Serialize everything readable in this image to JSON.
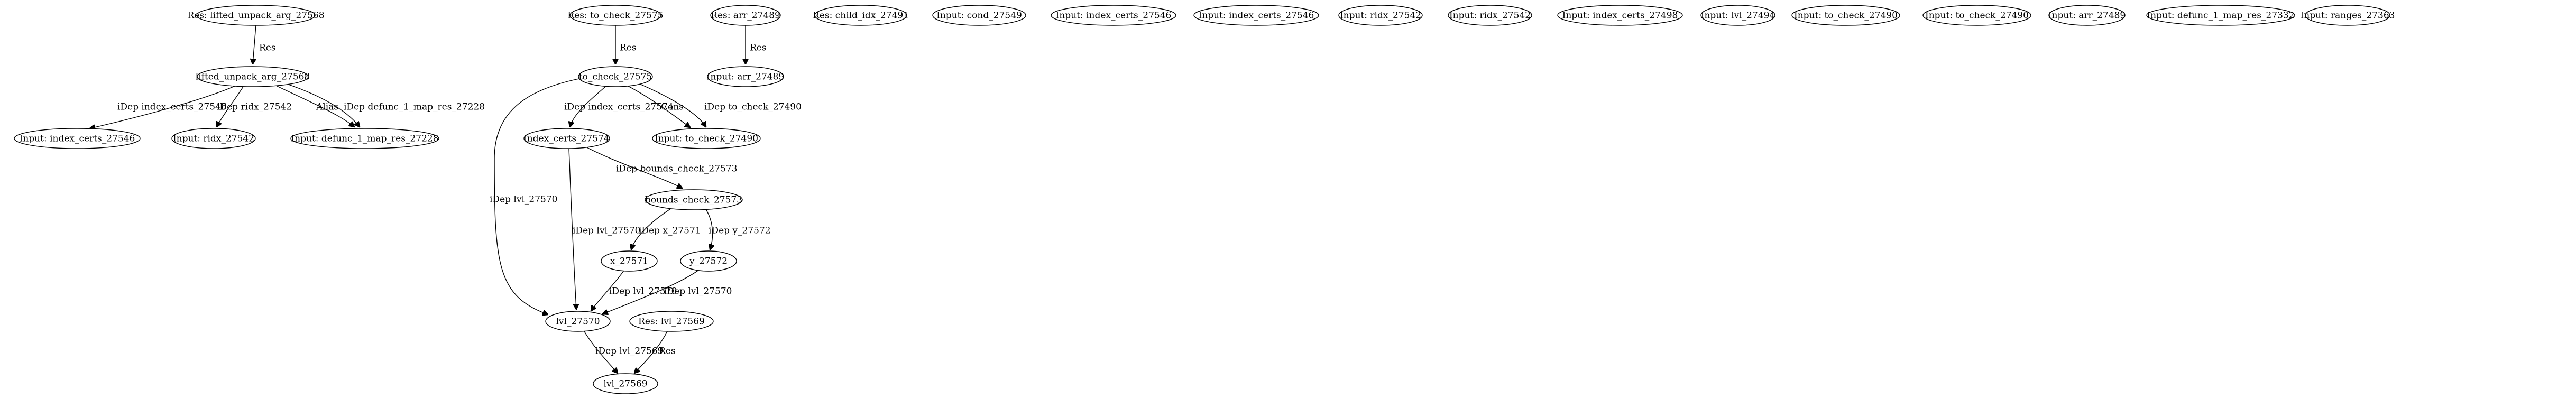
{
  "graph": {
    "nodes": [
      {
        "id": "res_lifted",
        "label": "Res: lifted_unpack_arg_27568"
      },
      {
        "id": "lifted",
        "label": "lifted_unpack_arg_27568"
      },
      {
        "id": "in_idx_1",
        "label": "Input: index_certs_27546"
      },
      {
        "id": "in_ridx_1",
        "label": "Input: ridx_27542"
      },
      {
        "id": "in_defunc_1",
        "label": "Input: defunc_1_map_res_27228"
      },
      {
        "id": "res_tocheck",
        "label": "Res: to_check_27575"
      },
      {
        "id": "tocheck",
        "label": "to_check_27575"
      },
      {
        "id": "res_arr",
        "label": "Res: arr_27489"
      },
      {
        "id": "in_arr_1",
        "label": "Input: arr_27489"
      },
      {
        "id": "idxcerts",
        "label": "index_certs_27574"
      },
      {
        "id": "in_tocheck_1",
        "label": "Input: to_check_27490"
      },
      {
        "id": "bounds",
        "label": "bounds_check_27573"
      },
      {
        "id": "x",
        "label": "x_27571"
      },
      {
        "id": "y",
        "label": "y_27572"
      },
      {
        "id": "lvl70",
        "label": "lvl_27570"
      },
      {
        "id": "res_lvl69",
        "label": "Res: lvl_27569"
      },
      {
        "id": "lvl69",
        "label": "lvl_27569"
      },
      {
        "id": "res_child",
        "label": "Res: child_idx_27491"
      },
      {
        "id": "in_cond",
        "label": "Input: cond_27549"
      },
      {
        "id": "in_idx_2",
        "label": "Input: index_certs_27546"
      },
      {
        "id": "in_idx_3",
        "label": "Input: index_certs_27546"
      },
      {
        "id": "in_ridx_2",
        "label": "Input: ridx_27542"
      },
      {
        "id": "in_ridx_3",
        "label": "Input: ridx_27542"
      },
      {
        "id": "in_idx_4",
        "label": "Input: index_certs_27498"
      },
      {
        "id": "in_lvl",
        "label": "Input: lvl_27494"
      },
      {
        "id": "in_tocheck_2",
        "label": "Input: to_check_27490"
      },
      {
        "id": "in_tocheck_3",
        "label": "Input: to_check_27490"
      },
      {
        "id": "in_arr_2",
        "label": "Input: arr_27489"
      },
      {
        "id": "in_defunc_2",
        "label": "Input: defunc_1_map_res_27332"
      },
      {
        "id": "in_ranges",
        "label": "Input: ranges_27363"
      }
    ],
    "edges": [
      {
        "from": "res_lifted",
        "to": "lifted",
        "label": "Res"
      },
      {
        "from": "lifted",
        "to": "in_idx_1",
        "label": "iDep index_certs_27546"
      },
      {
        "from": "lifted",
        "to": "in_ridx_1",
        "label": "iDep ridx_27542"
      },
      {
        "from": "lifted",
        "to": "in_defunc_1",
        "label": "Alias"
      },
      {
        "from": "lifted",
        "to": "in_defunc_1",
        "label": "iDep defunc_1_map_res_27228"
      },
      {
        "from": "res_tocheck",
        "to": "tocheck",
        "label": "Res"
      },
      {
        "from": "res_arr",
        "to": "in_arr_1",
        "label": "Res"
      },
      {
        "from": "tocheck",
        "to": "idxcerts",
        "label": "iDep index_certs_27574"
      },
      {
        "from": "tocheck",
        "to": "in_tocheck_1",
        "label": "Cons"
      },
      {
        "from": "tocheck",
        "to": "in_tocheck_1",
        "label": "iDep to_check_27490"
      },
      {
        "from": "tocheck",
        "to": "lvl70",
        "label": "iDep lvl_27570"
      },
      {
        "from": "idxcerts",
        "to": "bounds",
        "label": "iDep bounds_check_27573"
      },
      {
        "from": "idxcerts",
        "to": "lvl70",
        "label": "iDep lvl_27570"
      },
      {
        "from": "bounds",
        "to": "x",
        "label": "iDep x_27571"
      },
      {
        "from": "bounds",
        "to": "y",
        "label": "iDep y_27572"
      },
      {
        "from": "x",
        "to": "lvl70",
        "label": "iDep lvl_27570"
      },
      {
        "from": "y",
        "to": "lvl70",
        "label": "iDep lvl_27570"
      },
      {
        "from": "lvl70",
        "to": "lvl69",
        "label": "iDep lvl_27569"
      },
      {
        "from": "res_lvl69",
        "to": "lvl69",
        "label": "Res"
      }
    ]
  }
}
